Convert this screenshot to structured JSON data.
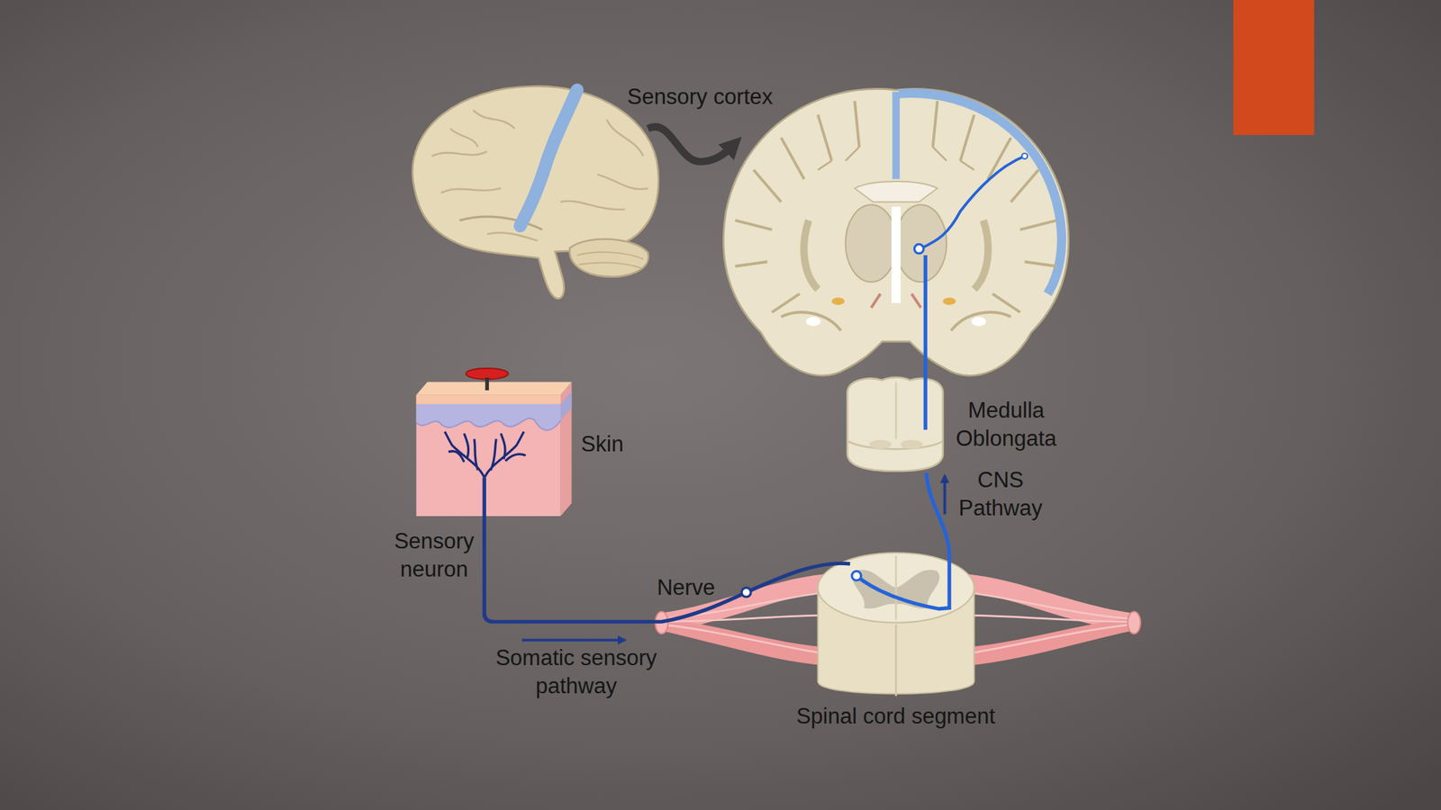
{
  "diagram": {
    "labels": [
      "Sensory cortex",
      "Skin",
      "Sensory neuron",
      "Nerve",
      "Somatic sensory pathway",
      "Medulla Oblongata",
      "CNS Pathway",
      "Spinal cord segment"
    ]
  }
}
